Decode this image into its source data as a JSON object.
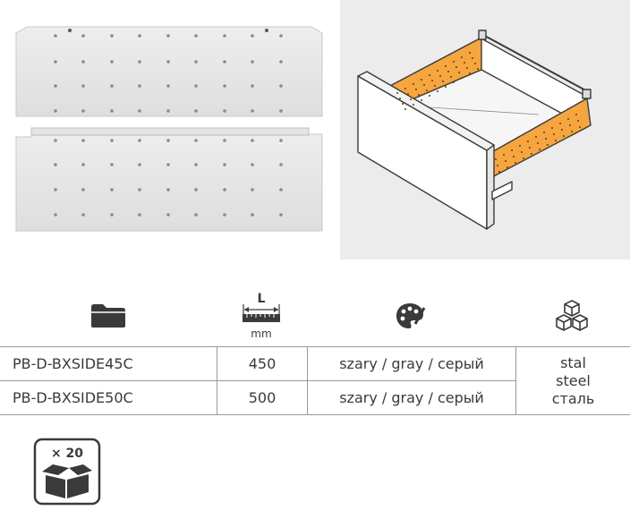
{
  "product_photo": {
    "label": "drawer side panels photo"
  },
  "drawing": {
    "label": "drawer assembly drawing",
    "accent_color": "#f5a640"
  },
  "icons": {
    "code": "folder-icon",
    "length": "length-ruler-icon",
    "length_letter": "L",
    "length_unit": "mm",
    "color": "palette-icon",
    "material": "cubes-icon"
  },
  "table": {
    "rows": [
      {
        "code": "PB-D-BXSIDE45C",
        "length": "450",
        "color": "szary / gray / серый"
      },
      {
        "code": "PB-D-BXSIDE50C",
        "length": "500",
        "color": "szary / gray / серый"
      }
    ],
    "material": [
      "stal",
      "steel",
      "сталь"
    ]
  },
  "packaging": {
    "icon": "box-icon",
    "quantity": "× 20"
  }
}
